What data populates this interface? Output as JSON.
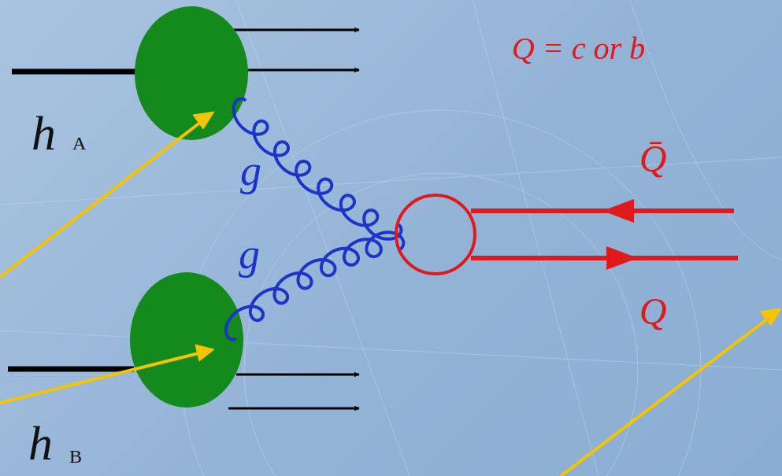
{
  "diagram": {
    "labels": [
      "h",
      "A",
      "h",
      "B",
      "g",
      "g",
      "Q = c or b",
      "Q̄",
      "Q"
    ]
  }
}
